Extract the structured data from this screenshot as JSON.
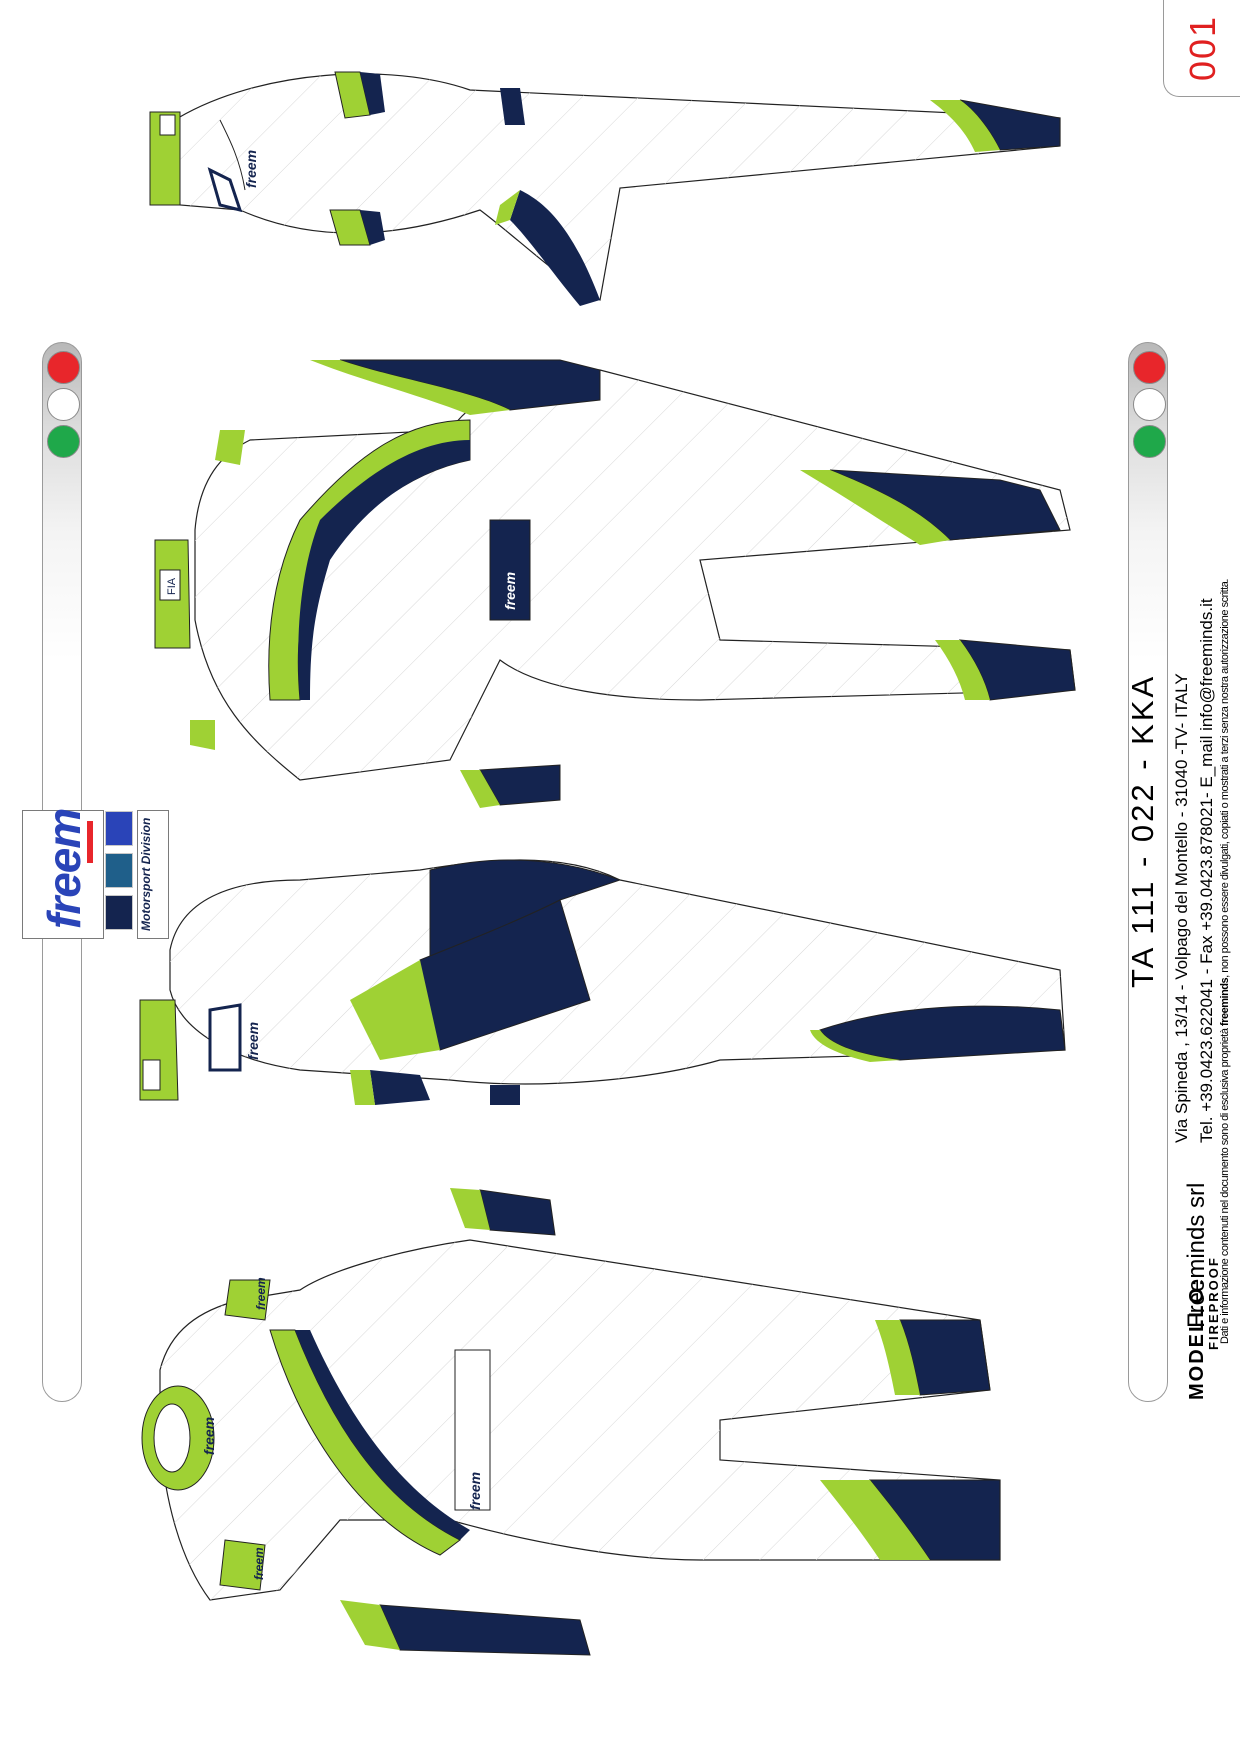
{
  "page_number": "001",
  "brand": {
    "logo_text": "freem",
    "division_label": "Motorsport Division",
    "colors": {
      "navy": "#14244f",
      "lime": "#9fd134",
      "red": "#e8262b",
      "green": "#1fa84a",
      "blue": "#2a44b8",
      "teal": "#1f5f8a"
    }
  },
  "model": {
    "label": "MODELLO:",
    "value": "FIREPROOF",
    "code": "TA 111 - 022 - KKA"
  },
  "company": {
    "name": "Freeminds srl",
    "address": "Via  Spineda  , 13/14  -  Volpago  del  Montello  -  31040  -TV-  ITALY",
    "contacts": "Tel. +39.0423.622041 - Fax +39.0423.878021- E_mail  info@freeminds.it",
    "disclaimer_before": "Dati e informazione contenuti nel documento sono di esclusiva proprietà ",
    "disclaimer_brand": "freeminds",
    "disclaimer_after": ", non possono essere divulgati, copiati o mostrati a terzi senza nostra autorizzazione scritta."
  },
  "suit_badges": {
    "logo": "freem",
    "fia": "FIA"
  }
}
